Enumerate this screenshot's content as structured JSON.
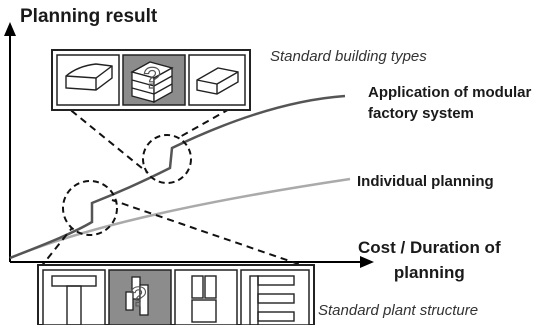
{
  "labels": {
    "y_axis": "Planning result",
    "x_axis_line1": "Cost / Duration of",
    "x_axis_line2": "planning",
    "curve_modular_line1": "Application of modular",
    "curve_modular_line2": "factory system",
    "curve_individual": "Individual planning",
    "building_types": "Standard building types",
    "plant_structure": "Standard plant structure"
  },
  "building_icons": [
    "box-outline-icon",
    "stacked-box-question-icon",
    "box-outline-icon"
  ],
  "plant_icons": [
    "t-structure-icon",
    "plant-question-icon",
    "double-column-icon",
    "e-structure-icon"
  ],
  "colors": {
    "modular_curve": "#555555",
    "individual_curve": "#aaaaaa",
    "highlight_cell": "#8c8c8c",
    "axis": "#000000"
  }
}
